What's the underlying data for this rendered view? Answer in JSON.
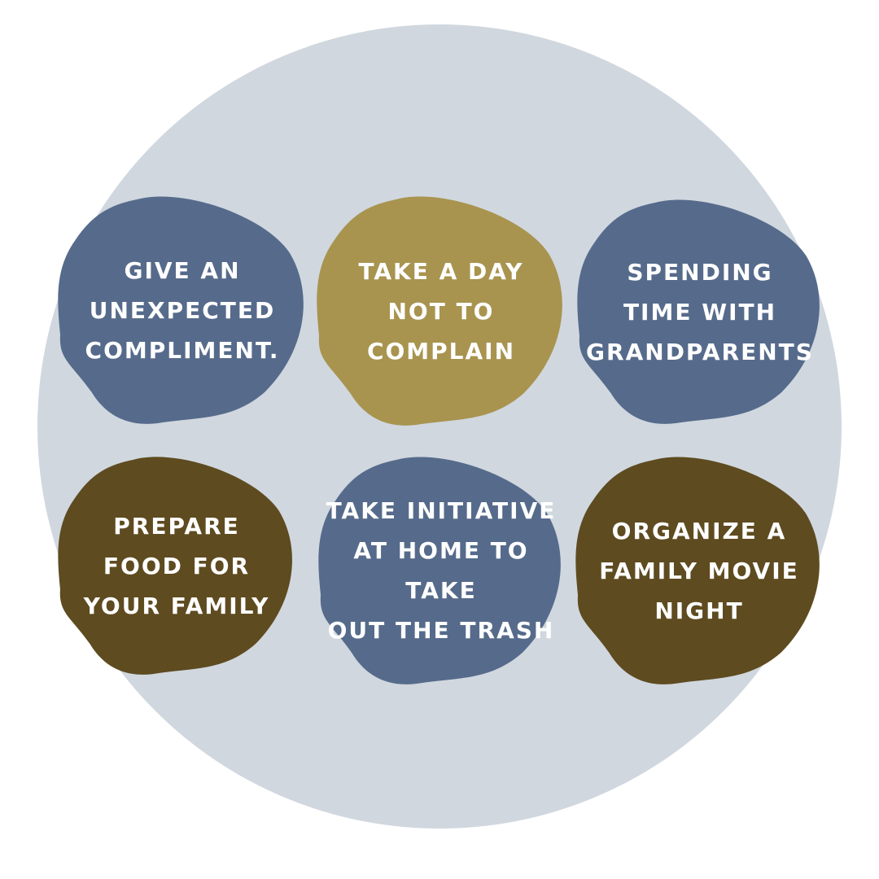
{
  "colors": {
    "background": "#ffffff",
    "circle": "#d0d7df",
    "blue": "#566b8b",
    "gold": "#a8944f",
    "brown": "#5e4b20",
    "text": "#ffffff"
  },
  "blobs": [
    {
      "name": "blob-give-compliment",
      "color_key": "blue",
      "text": "GIVE AN\nUNEXPECTED\nCOMPLIMENT."
    },
    {
      "name": "blob-no-complain",
      "color_key": "gold",
      "text": "TAKE A DAY\nNOT TO\nCOMPLAIN"
    },
    {
      "name": "blob-grandparents",
      "color_key": "blue",
      "text": "SPENDING\nTIME WITH\nGRANDPARENTS"
    },
    {
      "name": "blob-prepare-food",
      "color_key": "brown",
      "text": "PREPARE\nFOOD FOR\nYOUR FAMILY"
    },
    {
      "name": "blob-take-trash",
      "color_key": "blue",
      "text": "TAKE INITIATIVE\nAT HOME TO TAKE\nOUT THE TRASH"
    },
    {
      "name": "blob-movie-night",
      "color_key": "brown",
      "text": "ORGANIZE A\nFAMILY MOVIE\nNIGHT"
    }
  ]
}
